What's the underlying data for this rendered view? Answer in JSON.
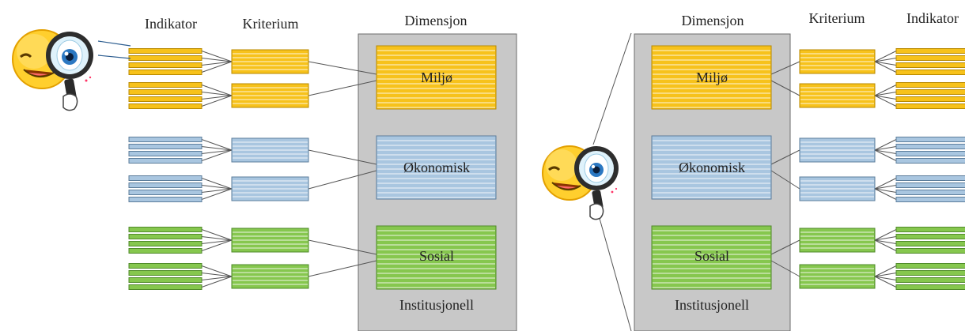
{
  "left_panel": {
    "headers": {
      "indikator": "Indikator",
      "kriterium": "Kriterium",
      "dimensjon": "Dimensjon"
    },
    "dimensions": [
      {
        "key": "miljo",
        "label": "Miljø",
        "color": "#f7c21b",
        "stroke": "#b88a00"
      },
      {
        "key": "okonomisk",
        "label": "Økonomisk",
        "color": "#a9c6e0",
        "stroke": "#5c7d9b"
      },
      {
        "key": "sosial",
        "label": "Sosial",
        "color": "#86c74e",
        "stroke": "#4f8a29"
      }
    ],
    "footer_label": "Institusjonell"
  },
  "right_panel": {
    "headers": {
      "dimensjon": "Dimensjon",
      "kriterium": "Kriterium",
      "indikator": "Indikator"
    },
    "dimensions": [
      {
        "key": "miljo",
        "label": "Miljø",
        "color": "#f7c21b",
        "stroke": "#b88a00"
      },
      {
        "key": "okonomisk",
        "label": "Økonomisk",
        "color": "#a9c6e0",
        "stroke": "#5c7d9b"
      },
      {
        "key": "sosial",
        "label": "Sosial",
        "color": "#86c74e",
        "stroke": "#4f8a29"
      }
    ],
    "footer_label": "Institusjonell"
  },
  "colors": {
    "panel_fill": "#c8c8c8",
    "panel_stroke": "#6b6b6b",
    "line": "#555555"
  },
  "icons": {
    "mascot": "smiley-magnifier-icon"
  }
}
